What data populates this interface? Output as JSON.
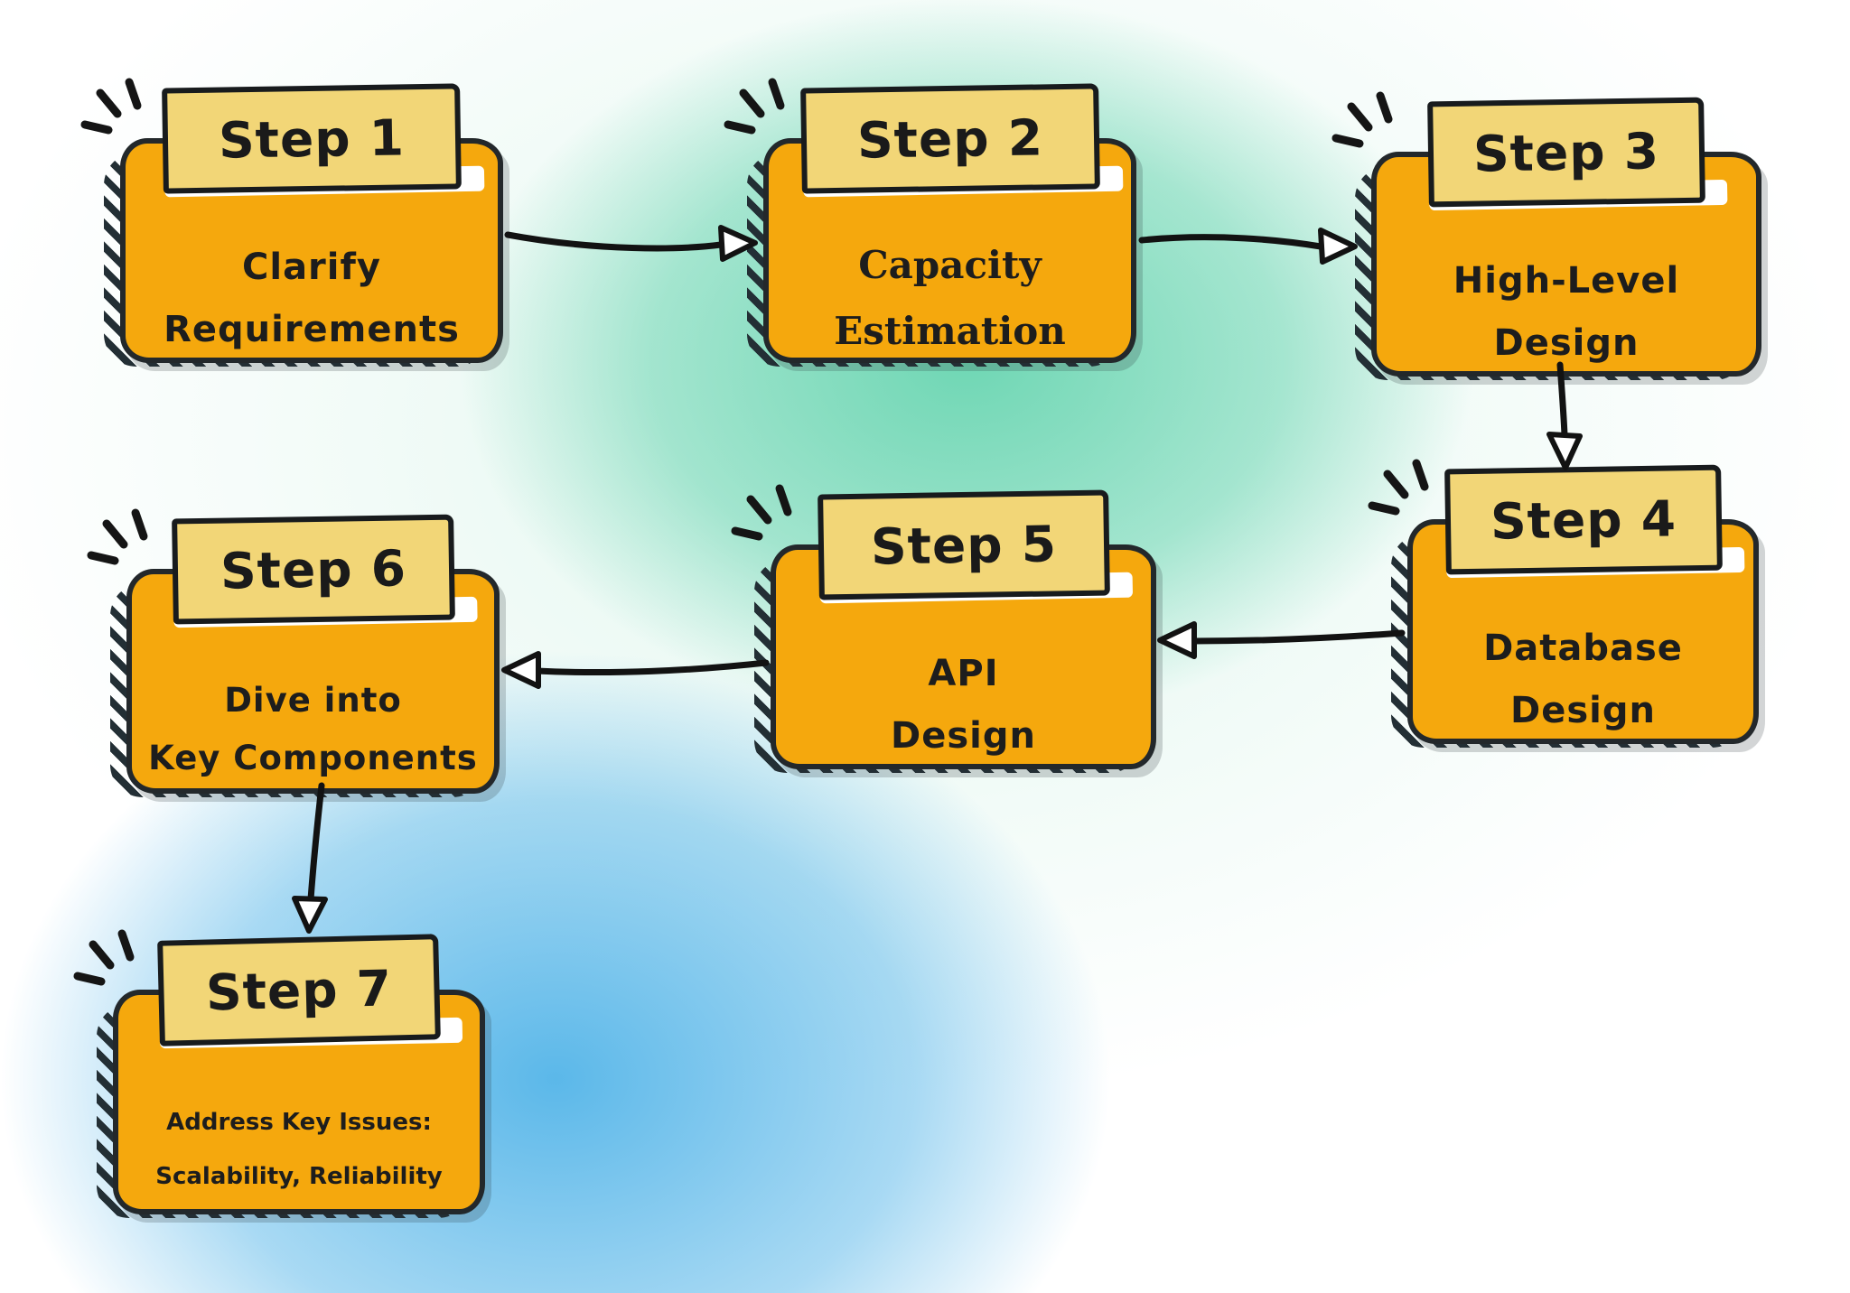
{
  "steps": [
    {
      "label": "Step 1",
      "lines": [
        "Clarify",
        "Requirements"
      ]
    },
    {
      "label": "Step 2",
      "lines": [
        "Capacity",
        "Estimation"
      ]
    },
    {
      "label": "Step 3",
      "lines": [
        "High-Level",
        "Design"
      ]
    },
    {
      "label": "Step 4",
      "lines": [
        "Database",
        "Design"
      ]
    },
    {
      "label": "Step 5",
      "lines": [
        "API",
        "Design"
      ]
    },
    {
      "label": "Step 6",
      "lines": [
        "Dive into",
        "Key Components"
      ]
    },
    {
      "label": "Step 7",
      "lines": [
        "Address Key Issues:",
        "Scalability, Reliability"
      ]
    }
  ],
  "connections": [
    {
      "from": "Step 1",
      "to": "Step 2"
    },
    {
      "from": "Step 2",
      "to": "Step 3"
    },
    {
      "from": "Step 3",
      "to": "Step 4"
    },
    {
      "from": "Step 4",
      "to": "Step 5"
    },
    {
      "from": "Step 5",
      "to": "Step 6"
    },
    {
      "from": "Step 6",
      "to": "Step 7"
    }
  ],
  "colors": {
    "card_fill": "#F5A80D",
    "label_fill": "#F2D677",
    "outline": "#23282b",
    "text": "#1d1d1d",
    "background_green": "#69D5B1",
    "background_blue": "#52B4E8"
  },
  "icons": {
    "sparkle": "three-dash-sparkle-icon"
  }
}
